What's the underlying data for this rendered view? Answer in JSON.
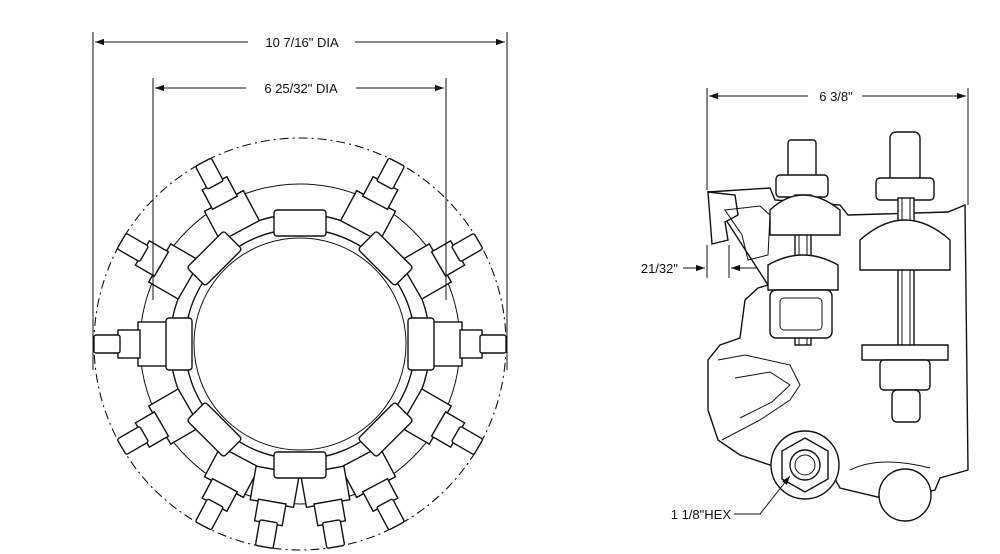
{
  "dimensions": {
    "outer_dia": "10 7/16\" DIA",
    "inner_dia": "6 25/32\" DIA",
    "width": "6 3/8\"",
    "offset": "21/32\"",
    "hex": "1 1/8\"HEX"
  },
  "colors": {
    "line": "#111111",
    "background": "#ffffff"
  }
}
